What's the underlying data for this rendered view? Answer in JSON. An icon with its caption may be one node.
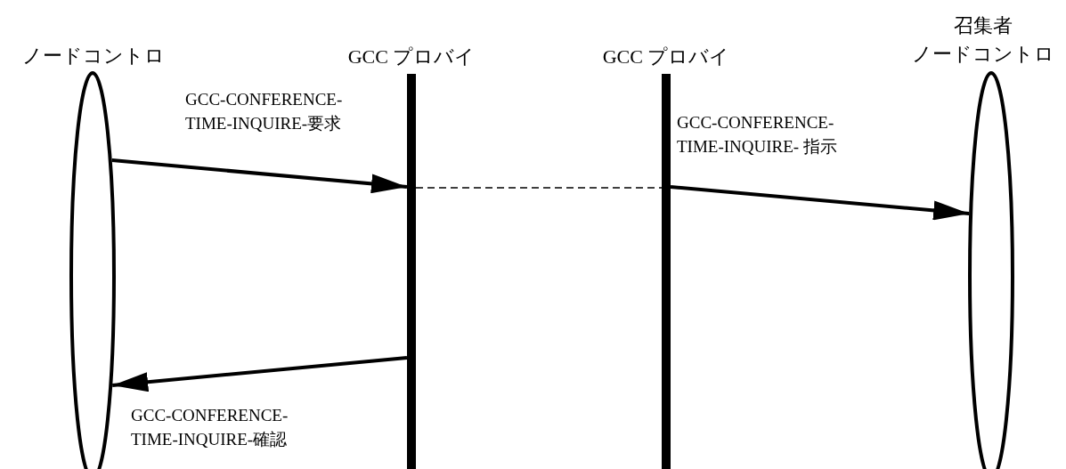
{
  "diagram": {
    "nodes": [
      {
        "text": [
          "ノードコントロ"
        ]
      },
      {
        "text": [
          "GCC プロバイ"
        ]
      },
      {
        "text": [
          "GCC プロバイ"
        ]
      },
      {
        "text": [
          "召集者",
          "ノードコントロ"
        ]
      }
    ],
    "edges": [
      {
        "from": 0,
        "to": 1,
        "arrow": "to",
        "label": "GCC-CONFERENCE-TIME-INQUIRE-要求"
      },
      {
        "from": 1,
        "to": 2,
        "arrow": "none",
        "style": "dashed"
      },
      {
        "from": 2,
        "to": 3,
        "arrow": "to",
        "label": "GCC-CONFERENCE-TIME-INQUIRE- 指示"
      },
      {
        "from": 1,
        "to": 0,
        "arrow": "to",
        "label": "GCC-CONFERENCE-TIME-INQUIRE-確認"
      }
    ]
  }
}
